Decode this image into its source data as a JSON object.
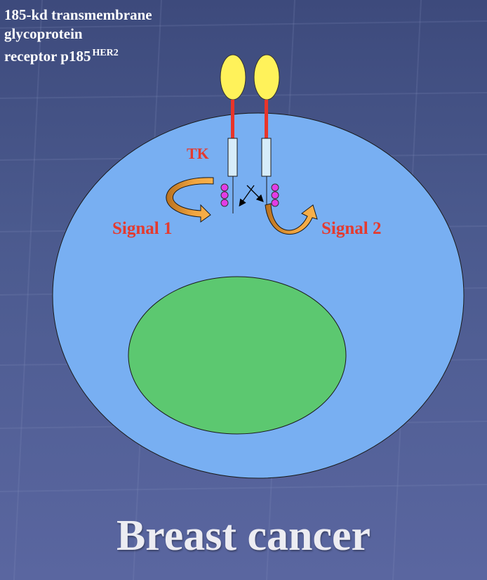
{
  "receptor_label": {
    "line1": "185-kd transmembrane",
    "line2": "glycoprotein",
    "line3": "receptor  p185",
    "superscript": "HER2"
  },
  "labels": {
    "tk": "TK",
    "signal_1": "Signal 1",
    "signal_2": "Signal 2"
  },
  "title": "Breast cancer",
  "colors": {
    "background": "#46548a",
    "cell": "#78aff2",
    "nucleus": "#5cc870",
    "ligand": "#fff25a",
    "stalk": "#e8352a",
    "tk_domain": "#d6ecfa",
    "phosphate": "#e23ce6",
    "signal_arrow": "#e0922e",
    "label_red": "#e53a2e"
  }
}
